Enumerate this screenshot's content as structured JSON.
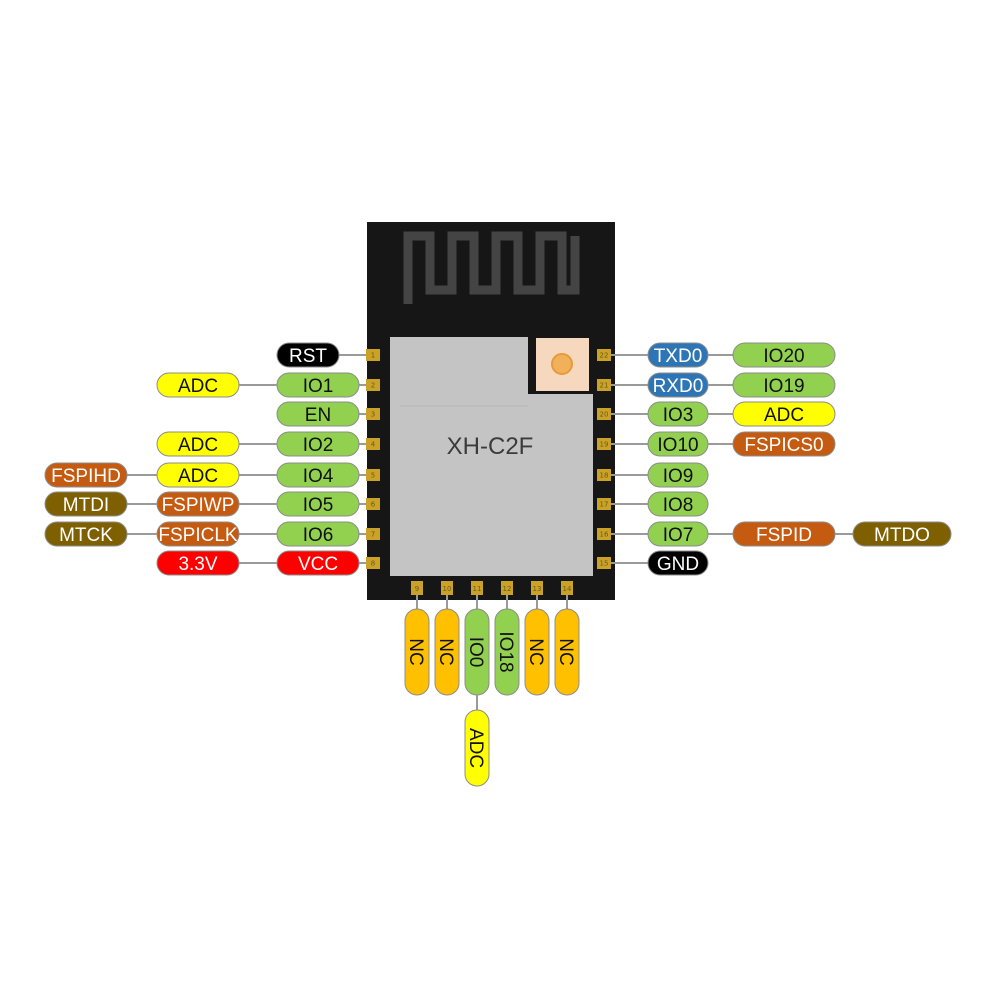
{
  "module": {
    "name": "XH-C2F",
    "pin_numbers": [
      "1",
      "2",
      "3",
      "4",
      "5",
      "6",
      "7",
      "8",
      "9",
      "10",
      "11",
      "12",
      "13",
      "14",
      "15",
      "16",
      "17",
      "18",
      "19",
      "20",
      "21",
      "22"
    ]
  },
  "colors": {
    "pcb": "#161616",
    "shield": "#c4c4c4",
    "antenna": "#444444",
    "pad": "#c9a227",
    "gpio": "#92d050",
    "adc": "#ffff00",
    "fspi": "#c55a11",
    "jtag": "#7f6000",
    "power": "#ff0000",
    "uart": "#2e75b6",
    "ground": "#000000",
    "nc": "#ffc000",
    "wire": "#9a9a9a"
  },
  "left_pins": [
    {
      "pin": "1",
      "labels": [
        "RST"
      ],
      "colors": [
        "ground"
      ]
    },
    {
      "pin": "2",
      "labels": [
        "IO1",
        "ADC"
      ],
      "colors": [
        "gpio",
        "adc"
      ]
    },
    {
      "pin": "3",
      "labels": [
        "EN"
      ],
      "colors": [
        "gpio"
      ]
    },
    {
      "pin": "4",
      "labels": [
        "IO2",
        "ADC"
      ],
      "colors": [
        "gpio",
        "adc"
      ]
    },
    {
      "pin": "5",
      "labels": [
        "IO4",
        "ADC",
        "FSPIHD"
      ],
      "colors": [
        "gpio",
        "adc",
        "fspi"
      ]
    },
    {
      "pin": "6",
      "labels": [
        "IO5",
        "FSPIWP",
        "MTDI"
      ],
      "colors": [
        "gpio",
        "fspi",
        "jtag"
      ]
    },
    {
      "pin": "7",
      "labels": [
        "IO6",
        "FSPICLK",
        "MTCK"
      ],
      "colors": [
        "gpio",
        "fspi",
        "jtag"
      ]
    },
    {
      "pin": "8",
      "labels": [
        "VCC",
        "3.3V"
      ],
      "colors": [
        "power",
        "power"
      ]
    }
  ],
  "right_pins": [
    {
      "pin": "22",
      "labels": [
        "TXD0",
        "IO20"
      ],
      "colors": [
        "uart",
        "gpio"
      ]
    },
    {
      "pin": "21",
      "labels": [
        "RXD0",
        "IO19"
      ],
      "colors": [
        "uart",
        "gpio"
      ]
    },
    {
      "pin": "20",
      "labels": [
        "IO3",
        "ADC"
      ],
      "colors": [
        "gpio",
        "adc"
      ]
    },
    {
      "pin": "19",
      "labels": [
        "IO10",
        "FSPICS0"
      ],
      "colors": [
        "gpio",
        "fspi"
      ]
    },
    {
      "pin": "18",
      "labels": [
        "IO9"
      ],
      "colors": [
        "gpio"
      ]
    },
    {
      "pin": "17",
      "labels": [
        "IO8"
      ],
      "colors": [
        "gpio"
      ]
    },
    {
      "pin": "16",
      "labels": [
        "IO7",
        "FSPID",
        "MTDO"
      ],
      "colors": [
        "gpio",
        "fspi",
        "jtag"
      ]
    },
    {
      "pin": "15",
      "labels": [
        "GND"
      ],
      "colors": [
        "ground"
      ]
    }
  ],
  "bottom_pins": [
    {
      "pin": "9",
      "labels": [
        "NC"
      ],
      "colors": [
        "nc"
      ]
    },
    {
      "pin": "10",
      "labels": [
        "NC"
      ],
      "colors": [
        "nc"
      ]
    },
    {
      "pin": "11",
      "labels": [
        "IO0",
        "ADC"
      ],
      "colors": [
        "gpio",
        "adc"
      ]
    },
    {
      "pin": "12",
      "labels": [
        "IO18"
      ],
      "colors": [
        "gpio"
      ]
    },
    {
      "pin": "13",
      "labels": [
        "NC"
      ],
      "colors": [
        "nc"
      ]
    },
    {
      "pin": "14",
      "labels": [
        "NC"
      ],
      "colors": [
        "nc"
      ]
    }
  ]
}
